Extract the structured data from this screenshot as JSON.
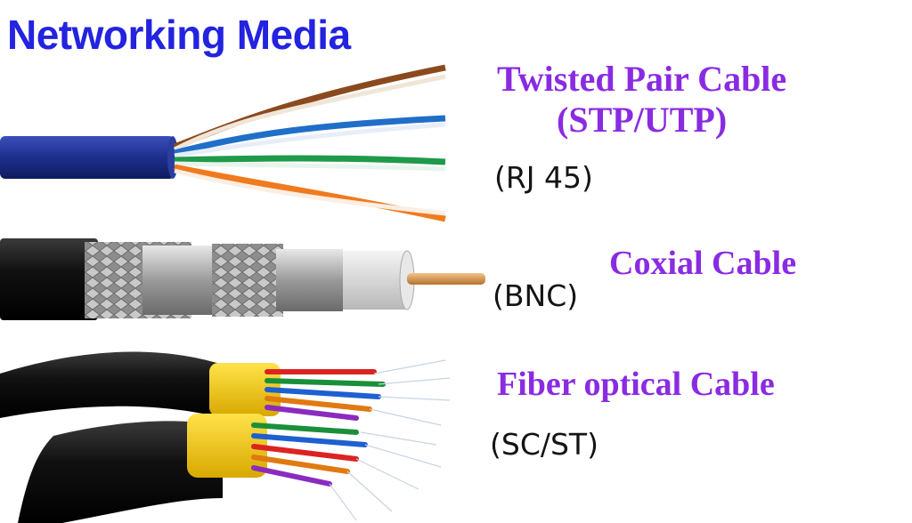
{
  "title": "Networking Media",
  "colors": {
    "title": "#2323e0",
    "label": "#8a2be2",
    "connector": "#141414"
  },
  "cables": [
    {
      "name_line1": "Twisted Pair Cable",
      "name_line2": "(STP/UTP)",
      "connector": "(RJ 45)"
    },
    {
      "name_line1": "Coxial Cable",
      "connector": "(BNC)"
    },
    {
      "name_line1": "Fiber optical Cable",
      "connector": "(SC/ST)"
    }
  ]
}
